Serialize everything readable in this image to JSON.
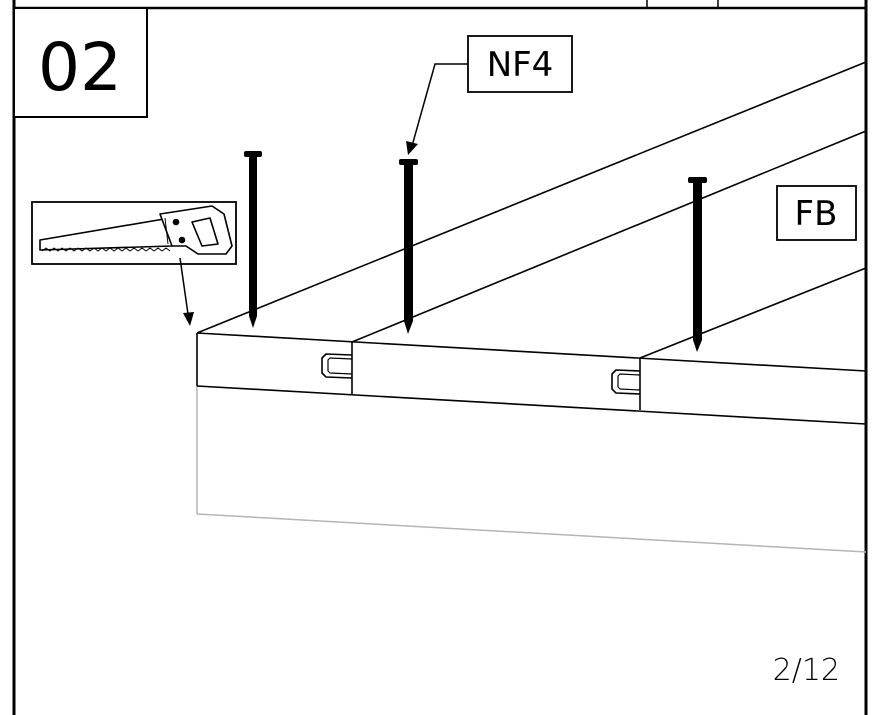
{
  "step": {
    "number": "02"
  },
  "callouts": {
    "nail": "NF4",
    "board": "FB"
  },
  "footer": {
    "page": "2/12"
  },
  "icons": {
    "tool": "handsaw-icon"
  },
  "colors": {
    "ink": "#000000",
    "hidden_line": "#b4b4b4",
    "background": "#ffffff"
  }
}
